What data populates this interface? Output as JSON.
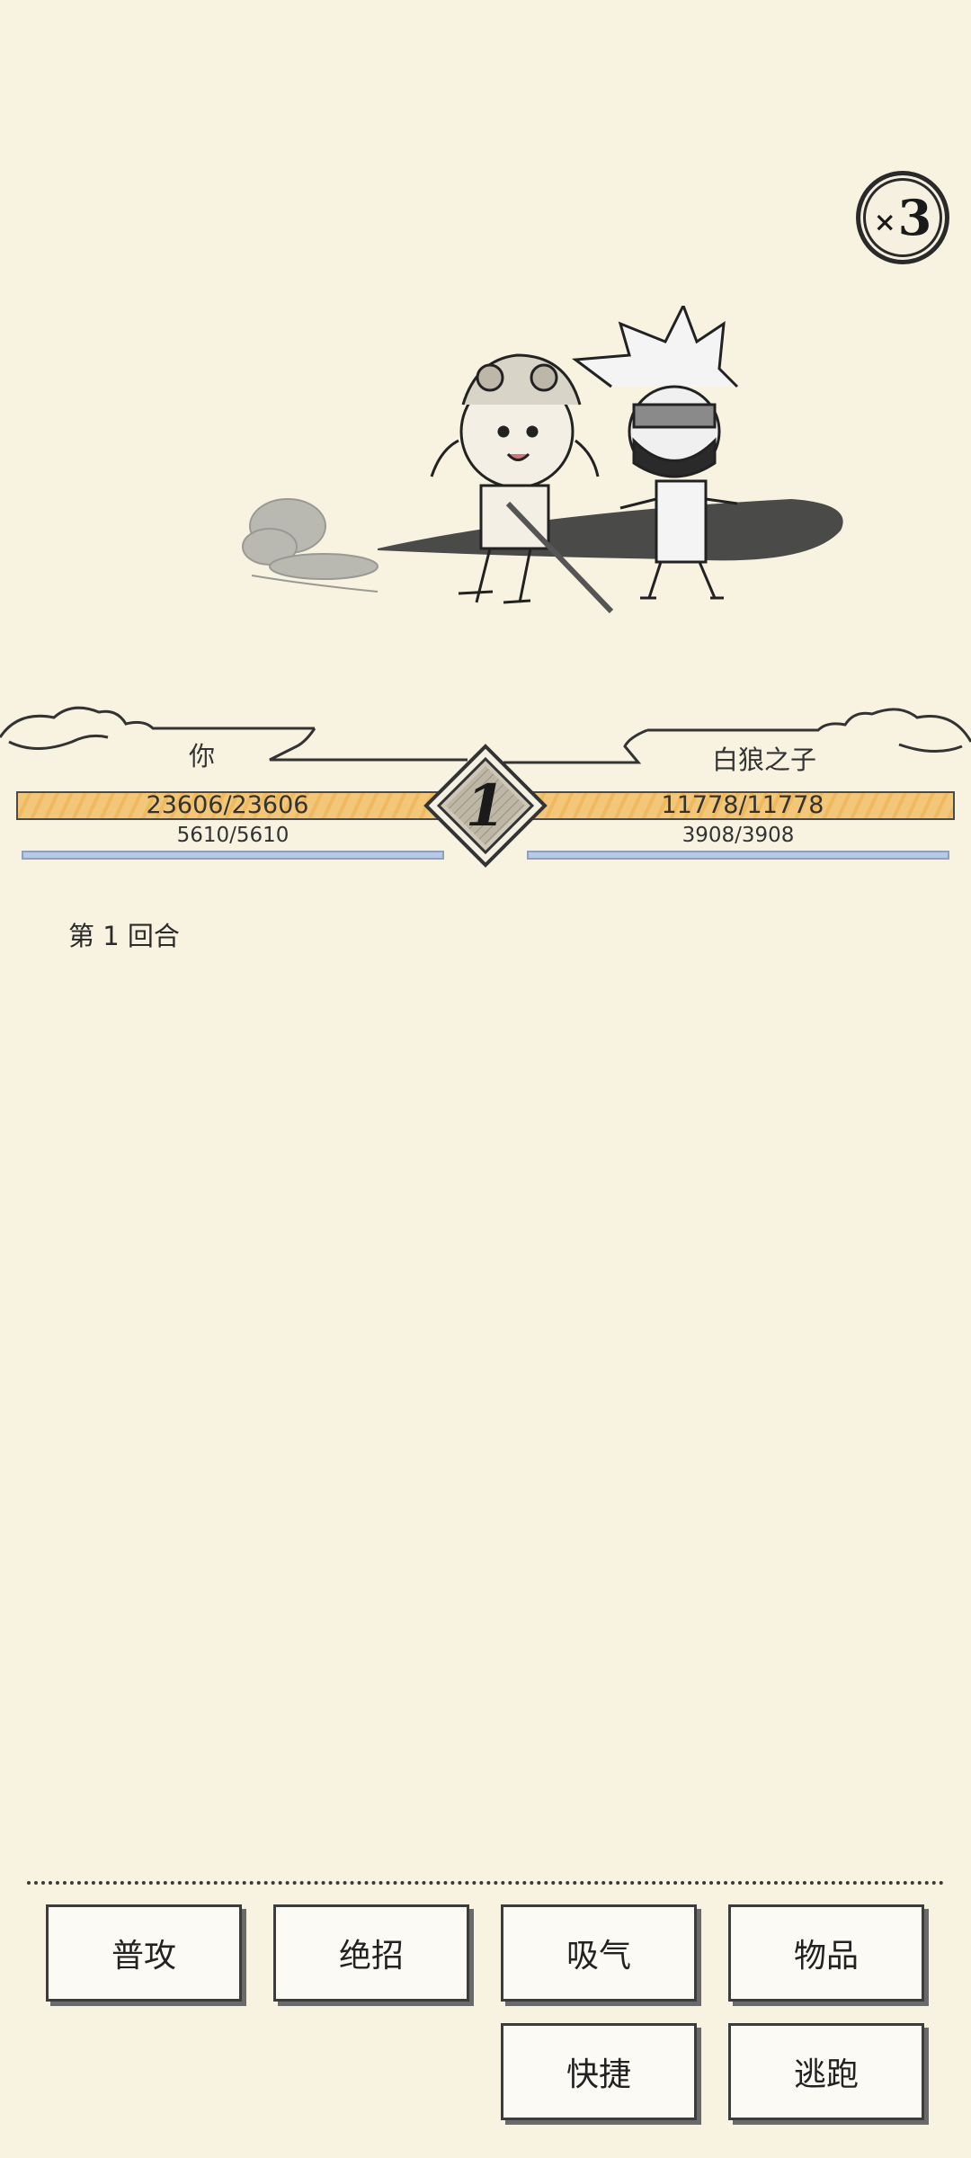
{
  "speed": {
    "prefix": "×",
    "value": "3"
  },
  "player": {
    "name": "你",
    "hp_text": "23606/23606",
    "mp_text": "5610/5610",
    "hp_fraction": 1.0,
    "mp_fraction": 1.0
  },
  "enemy": {
    "name": "白狼之子",
    "hp_text": "11778/11778",
    "mp_text": "3908/3908",
    "hp_fraction": 1.0,
    "mp_fraction": 1.0
  },
  "round": {
    "number": "1"
  },
  "log": {
    "lines": [
      "第 1 回合"
    ]
  },
  "actions": {
    "attack": "普攻",
    "ultimate": "绝招",
    "breath": "吸气",
    "items": "物品",
    "shortcut": "快捷",
    "flee": "逃跑"
  },
  "colors": {
    "background": "#f8f3e1",
    "hp_bar": "#f2c77a",
    "mp_bar": "#b8c8e8",
    "ink": "#2a2a2a"
  }
}
